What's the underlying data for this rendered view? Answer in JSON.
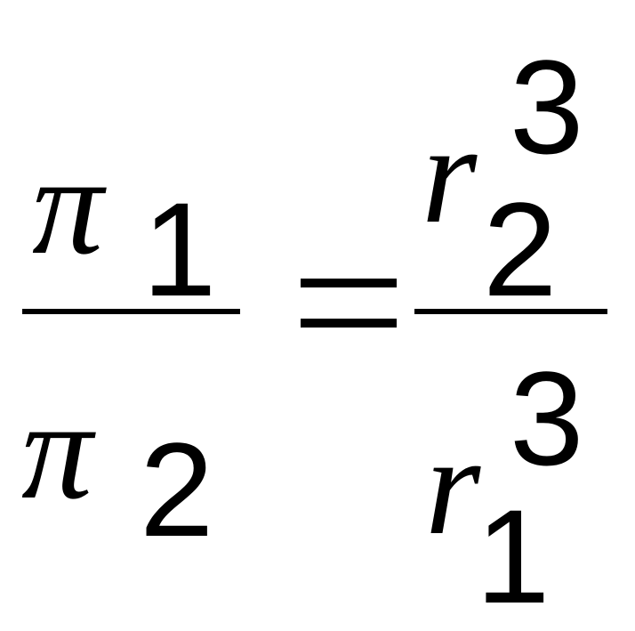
{
  "equation": {
    "left": {
      "numerator": {
        "symbol": "π",
        "subscript": "1"
      },
      "denominator": {
        "symbol": "π",
        "subscript": "2"
      }
    },
    "operator": "=",
    "right": {
      "numerator": {
        "symbol": "r",
        "subscript": "2",
        "superscript": "3"
      },
      "denominator": {
        "symbol": "r",
        "subscript": "1",
        "superscript": "3"
      }
    }
  }
}
